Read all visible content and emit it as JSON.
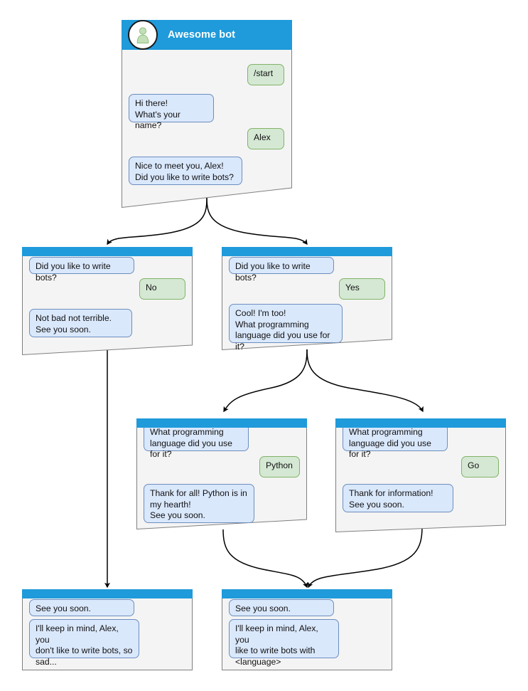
{
  "diagram": {
    "title": "Awesome bot chat flow",
    "background_color": "#ffffff",
    "colors": {
      "header_blue": "#1f9ada",
      "node_background": "#f4f4f4",
      "node_border": "#808080",
      "bot_bubble_fill": "#dae8fc",
      "bot_bubble_border": "#6c8ebf",
      "user_bubble_fill": "#d5e8d4",
      "user_bubble_border": "#82b366",
      "edge_color": "#000000"
    }
  },
  "nodes": {
    "root": {
      "header": {
        "title": "Awesome bot",
        "avatar_icon": "person-avatar-icon"
      },
      "messages": [
        {
          "sender": "user",
          "text": "/start"
        },
        {
          "sender": "bot",
          "text": "Hi there!\nWhat's your name?"
        },
        {
          "sender": "user",
          "text": "Alex"
        },
        {
          "sender": "bot",
          "text": "Nice to meet you, Alex!\nDid you like to write bots?"
        }
      ]
    },
    "no_branch": {
      "messages": [
        {
          "sender": "bot",
          "text": "Did you like to write bots?"
        },
        {
          "sender": "user",
          "text": "No"
        },
        {
          "sender": "bot",
          "text": "Not bad not terrible.\nSee you soon."
        }
      ]
    },
    "yes_branch": {
      "messages": [
        {
          "sender": "bot",
          "text": "Did you like to write bots?"
        },
        {
          "sender": "user",
          "text": "Yes"
        },
        {
          "sender": "bot",
          "text": "Cool! I'm too!\nWhat programming\nlanguage did you use for it?"
        }
      ]
    },
    "python_branch": {
      "messages": [
        {
          "sender": "bot",
          "text": "What programming\nlanguage did you use for it?"
        },
        {
          "sender": "user",
          "text": "Python"
        },
        {
          "sender": "bot",
          "text": "Thank for all! Python is in\nmy hearth!\nSee you soon."
        }
      ]
    },
    "go_branch": {
      "messages": [
        {
          "sender": "bot",
          "text": "What programming\nlanguage did you use for it?"
        },
        {
          "sender": "user",
          "text": "Go"
        },
        {
          "sender": "bot",
          "text": "Thank for information!\nSee you soon."
        }
      ]
    },
    "end_no": {
      "messages": [
        {
          "sender": "bot",
          "text": "See you soon."
        },
        {
          "sender": "bot",
          "text": "I'll keep in mind, Alex, you\ndon't like to write bots, so\nsad..."
        }
      ]
    },
    "end_yes": {
      "messages": [
        {
          "sender": "bot",
          "text": "See you soon."
        },
        {
          "sender": "bot",
          "text": "I'll keep in mind, Alex, you\nlike to write bots with\n<language>"
        }
      ]
    }
  }
}
